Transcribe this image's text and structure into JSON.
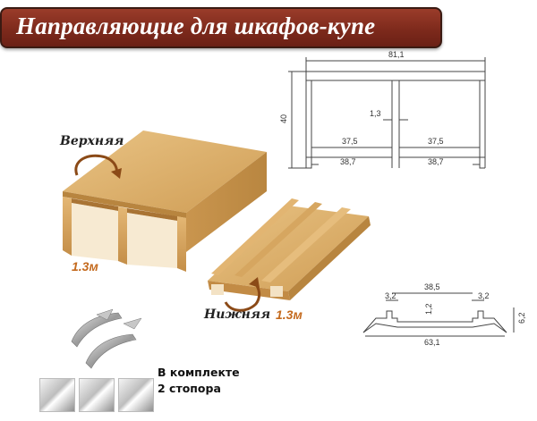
{
  "banner": {
    "title": "Направляющие для шкафов-купе"
  },
  "labels": {
    "upper": "Верхняя",
    "lower": "Нижняя",
    "upper_length": "1.3м",
    "lower_length": "1.3м"
  },
  "kit": {
    "line1": "В комплекте",
    "line2": "2 стопора"
  },
  "upper_drawing": {
    "width": "81,1",
    "height": "40",
    "wall": "1,3",
    "inner_left": "37,5",
    "inner_right": "37,5",
    "outer_left": "38,7",
    "outer_right": "38,7"
  },
  "lower_drawing": {
    "top_width": "38,5",
    "left_slot": "3,2",
    "right_slot": "3,2",
    "thickness": "1,2",
    "height": "6,2",
    "bottom_width": "63,1"
  },
  "colors": {
    "banner": "#8a3323",
    "profile_gold": "#d9aa64",
    "length_text": "#c46a1e"
  }
}
